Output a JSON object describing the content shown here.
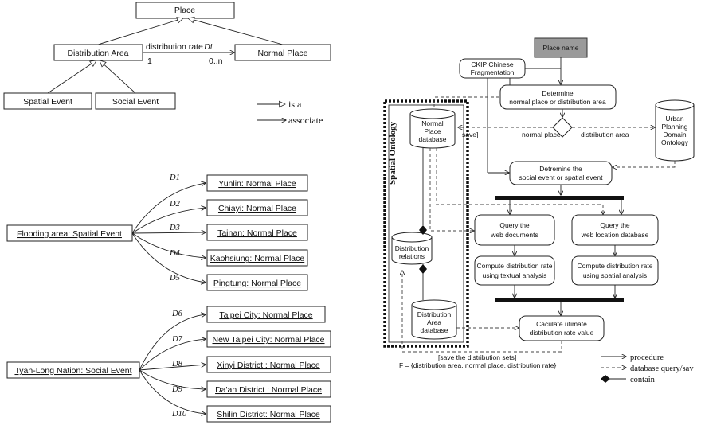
{
  "class_diagram": {
    "place": "Place",
    "distribution_area": "Distribution Area",
    "normal_place": "Normal Place",
    "spatial_event": "Spatial Event",
    "social_event": "Social Event",
    "assoc_label": "distribution rate",
    "assoc_var": "Di",
    "mult_left": "1",
    "mult_right": "0..n"
  },
  "legend_left": {
    "isa": "is a",
    "associate": "associate"
  },
  "flood_tree": {
    "root": "Flooding area: Spatial Event",
    "edges": [
      "D1",
      "D2",
      "D3",
      "D4",
      "D5"
    ],
    "leaves": [
      "Yunlin: Normal Place",
      "Chiayi: Normal Place",
      "Tainan: Normal Place",
      "Kaohsiung: Normal Place",
      "Pingtung: Normal Place"
    ]
  },
  "social_tree": {
    "root": "Tyan-Long Nation: Social Event",
    "edges": [
      "D6",
      "D7",
      "D8",
      "D9",
      "D10"
    ],
    "leaves": [
      "Taipei City: Normal Place",
      "New Taipei City: Normal Place",
      "Xinyi District : Normal Place",
      "Da'an District : Normal Place",
      "Shilin District: Normal Place"
    ]
  },
  "flow": {
    "place_name": "Place name",
    "ckip": [
      "CKIP Chinese",
      "Fragmentation"
    ],
    "determine1": [
      "Determine",
      "normal place or distribution area"
    ],
    "normal_place_label": "normal place",
    "distribution_area_label": "distribution area",
    "save_label": "save]",
    "determine2": [
      "Detremine the",
      "social event or spatial event"
    ],
    "query_docs": [
      "Query the",
      "web documents"
    ],
    "query_loc": [
      "Query the",
      "web location database"
    ],
    "compute_text": [
      "Compute distribution rate",
      "using textual analysis"
    ],
    "compute_spatial": [
      "Compute distribution rate",
      "using spatial analysis"
    ],
    "calculate": [
      "Caculate utimate",
      "distribution rate value"
    ],
    "ontology_label": "Spatial Ontology",
    "normal_db": [
      "Normal",
      "Place",
      "database"
    ],
    "dist_rel": [
      "Distribution",
      "relations"
    ],
    "dist_area_db": [
      "Distribution",
      "Area",
      "database"
    ],
    "urban": [
      "Urban",
      "Planning",
      "Domain",
      "Ontology"
    ],
    "save_sets": "[save the distribution sets]",
    "formula": "F = {distribution area, normal place, distribution rate}"
  },
  "legend_right": {
    "procedure": "procedure",
    "db_query": "database query/sav",
    "contain": "contain"
  }
}
